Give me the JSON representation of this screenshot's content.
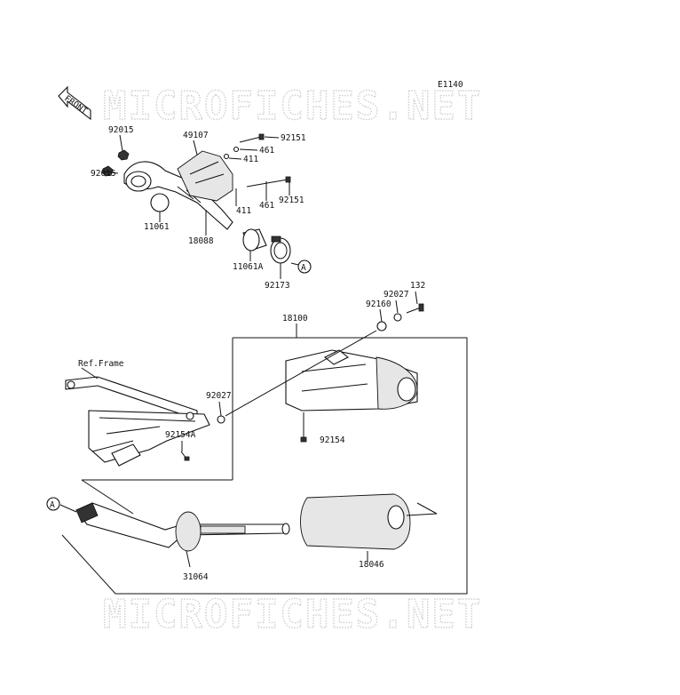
{
  "diagram": {
    "code": "E1140",
    "watermark": "MICROFICHES.NET",
    "front_label": "FRONT",
    "ref_frame_label": "Ref.Frame",
    "callout_letter": "A",
    "parts": {
      "p92015a": "92015",
      "p92015b": "92015",
      "p49107": "49107",
      "p92151a": "92151",
      "p461a": "461",
      "p411a": "411",
      "p461b": "461",
      "p92151b": "92151",
      "p411b": "411",
      "p11061": "11061",
      "p18088": "18088",
      "p11061A": "11061A",
      "p92173": "92173",
      "p132": "132",
      "p92027a": "92027",
      "p92160": "92160",
      "p18100": "18100",
      "p92027b": "92027",
      "p92154A": "92154A",
      "p92154": "92154",
      "p18046": "18046",
      "p31064": "31064"
    }
  }
}
